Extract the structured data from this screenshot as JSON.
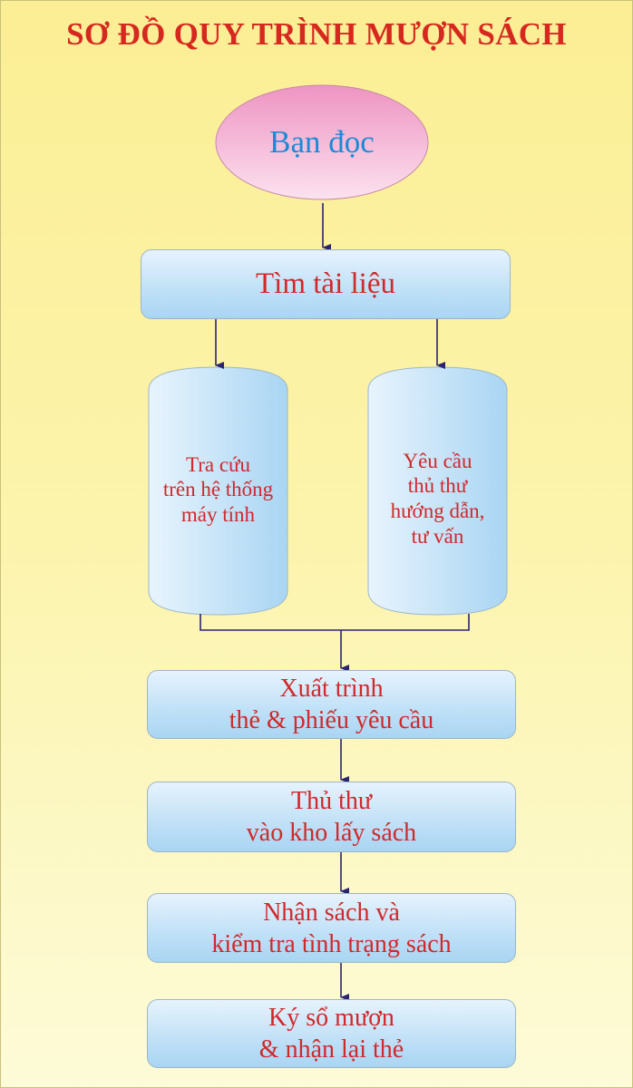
{
  "title": "SƠ ĐỒ QUY TRÌNH MƯỢN SÁCH",
  "start": {
    "label": "Bạn đọc"
  },
  "step1": {
    "label": "Tìm tài liệu"
  },
  "branch_left": {
    "lines": [
      "Tra cứu",
      "trên hệ thống",
      "máy tính"
    ]
  },
  "branch_right": {
    "lines": [
      "Yêu cầu",
      "thủ thư",
      "hướng dẫn,",
      "tư vấn"
    ]
  },
  "step2": {
    "lines": [
      "Xuất trình",
      "thẻ & phiếu yêu cầu"
    ]
  },
  "step3": {
    "lines": [
      "Thủ thư",
      "vào kho lấy sách"
    ]
  },
  "step4": {
    "lines": [
      "Nhận sách và",
      "kiểm tra tình trạng sách"
    ]
  },
  "step5": {
    "lines": [
      "Ký sổ mượn",
      "& nhận lại thẻ"
    ]
  },
  "colors": {
    "title": "#d6281e",
    "text": "#d1282a",
    "start_text": "#1a8ad6",
    "arrow": "#2b2470"
  }
}
